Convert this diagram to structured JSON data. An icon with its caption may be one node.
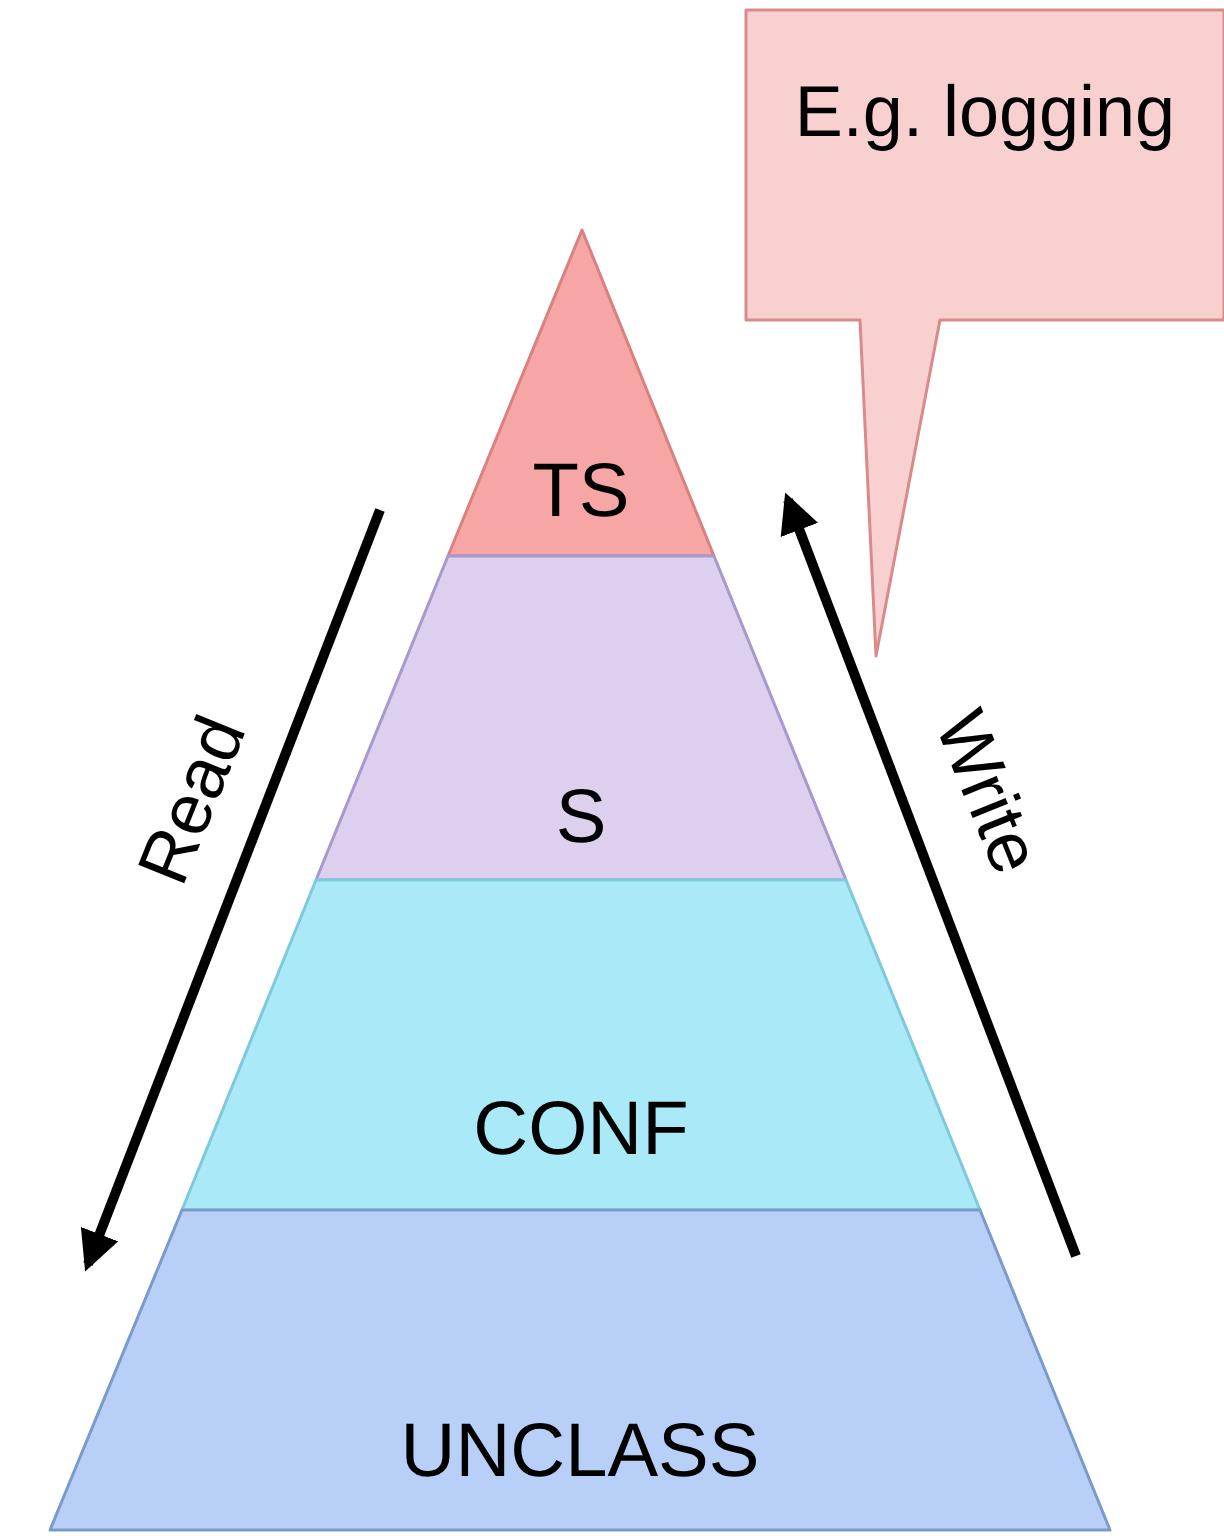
{
  "diagram": {
    "nodes": [
      {
        "text": [
          "E.g. logging"
        ]
      },
      {
        "text": [
          "TS"
        ]
      },
      {
        "text": [
          "S"
        ]
      },
      {
        "text": [
          "CONF"
        ]
      },
      {
        "text": [
          "UNCLASS"
        ]
      }
    ],
    "labels": [
      "Read",
      "Write"
    ]
  }
}
